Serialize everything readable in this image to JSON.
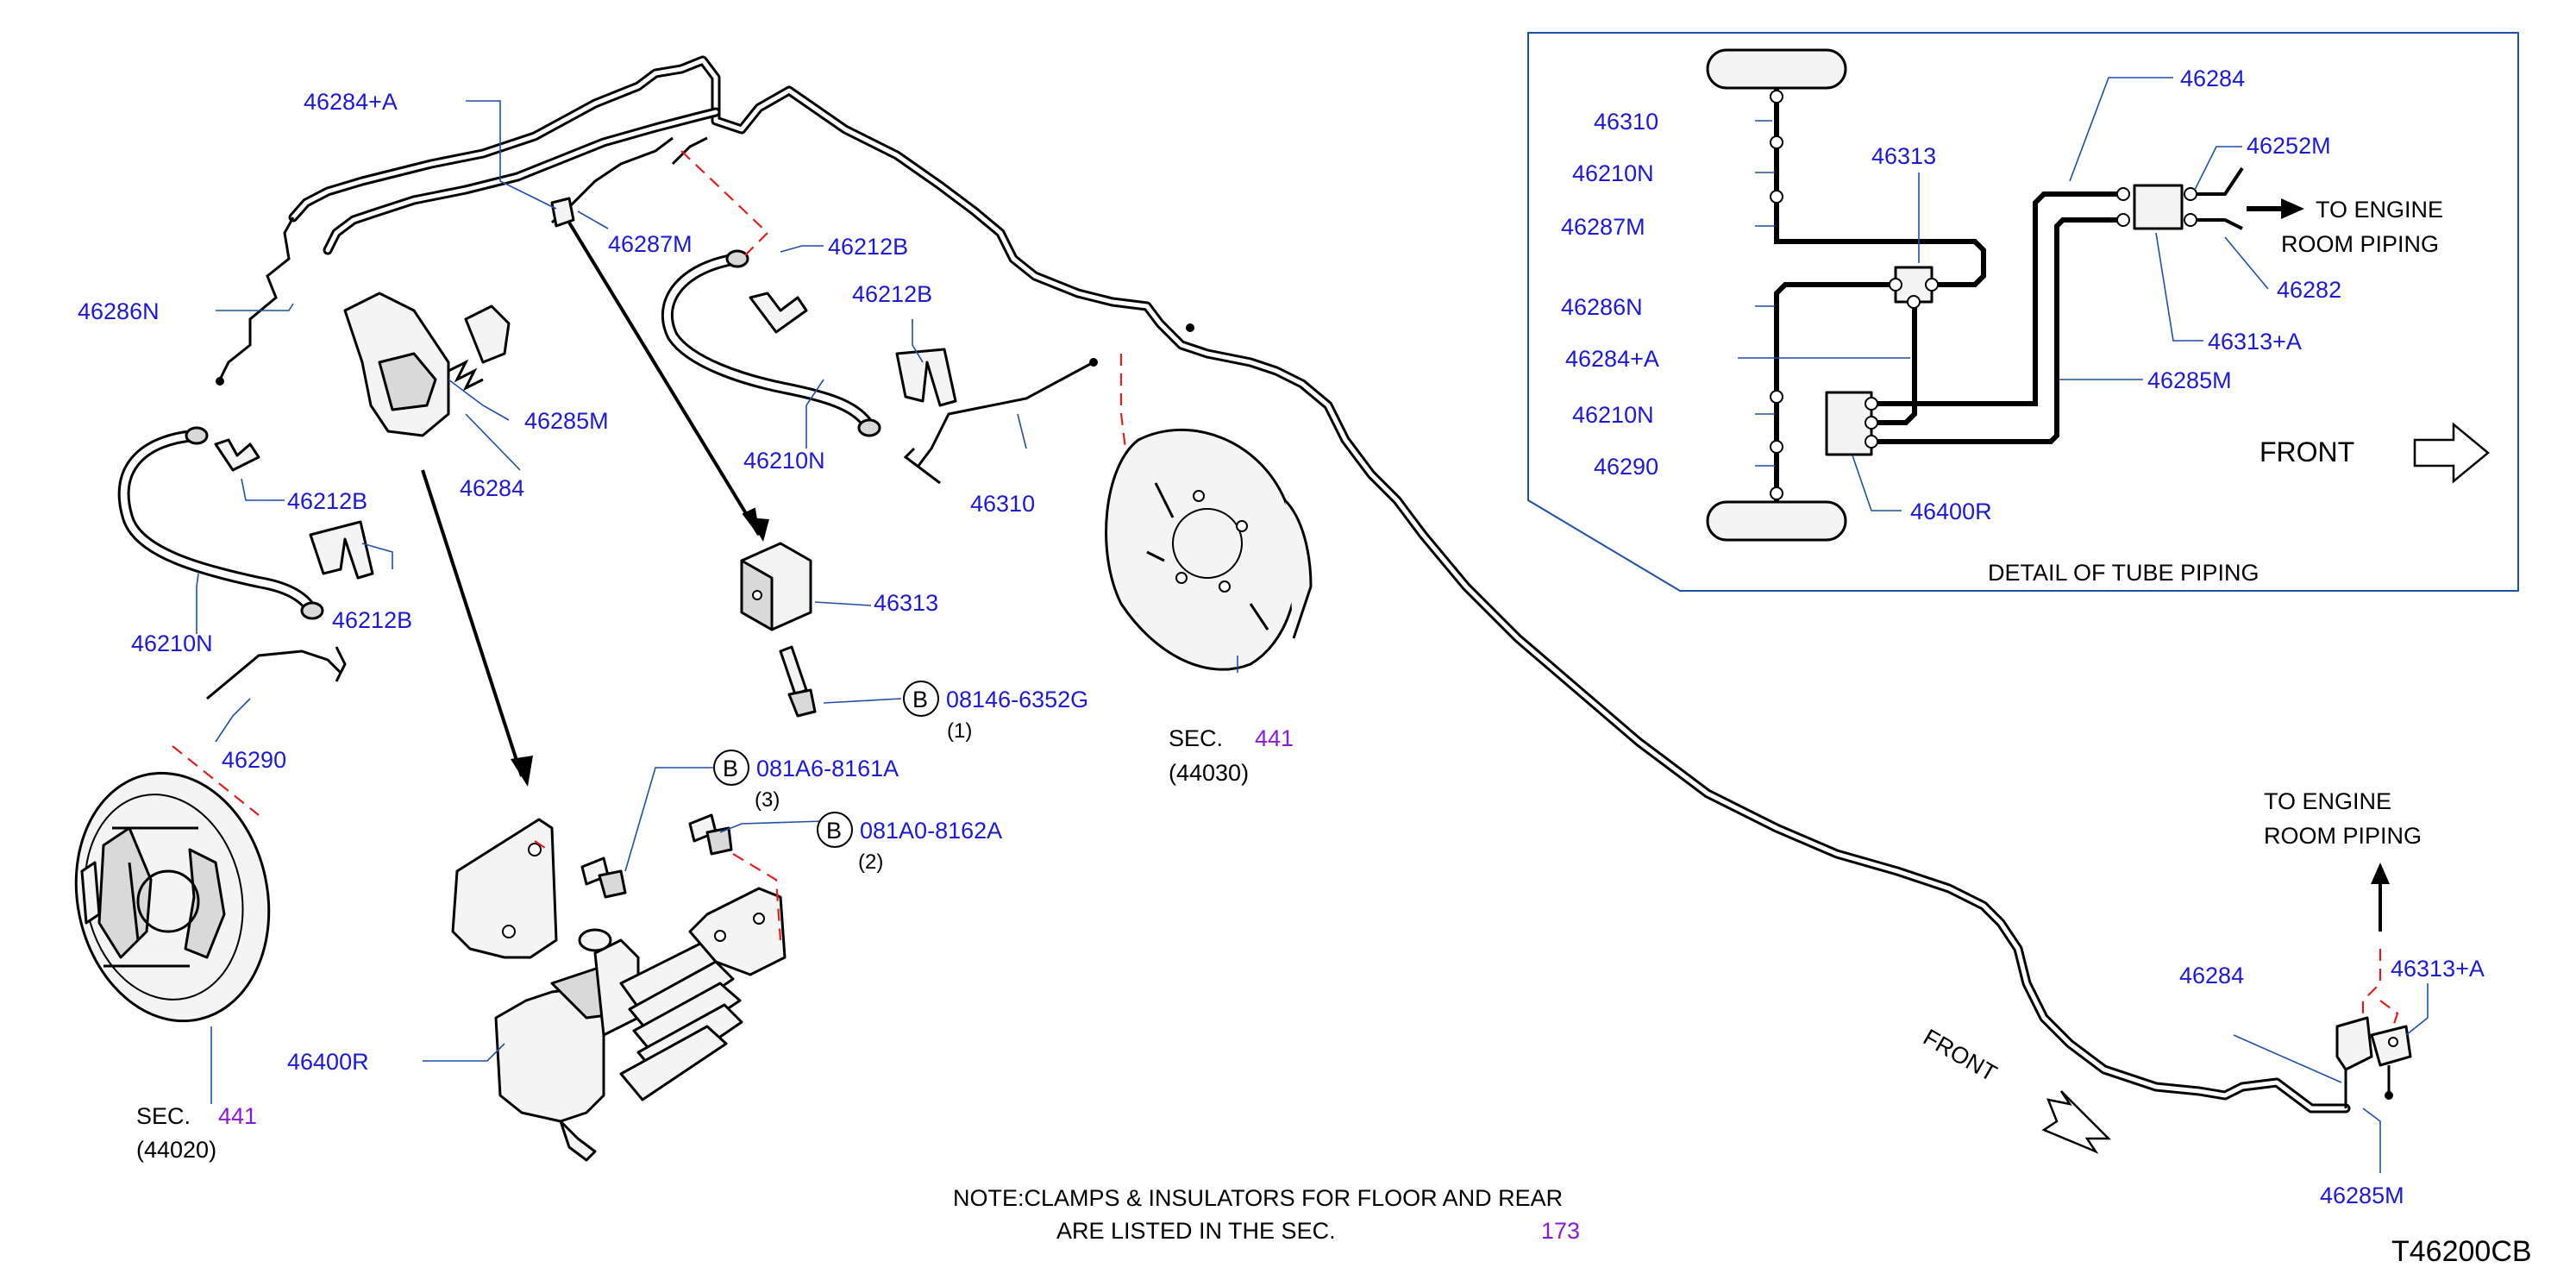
{
  "colors": {
    "part_number": "#1a1ad6",
    "section_ref": "#8a1ad6",
    "leader": "#1f4fa8",
    "dashed_guide": "#e0201f",
    "ink": "#000000"
  },
  "labels": {
    "p46284A_top": "46284+A",
    "p46287M_top": "46287M",
    "p46286N_left": "46286N",
    "p46212B_a": "46212B",
    "p46212B_b": "46212B",
    "p46212B_c": "46212B",
    "p46212B_d": "46212B",
    "p46285M_mid": "46285M",
    "p46284_mid": "46284",
    "p46210N_left": "46210N",
    "p46210N_mid": "46210N",
    "p46290_left": "46290",
    "p46310_mid": "46310",
    "p46313_mid": "46313",
    "p46400R_bottom": "46400R",
    "p46284_right": "46284",
    "p46313A_right": "46313+A",
    "p46285M_right": "46285M"
  },
  "bolts": {
    "b1": {
      "marker": "B",
      "part": "08146-6352G",
      "qty": "(1)"
    },
    "b2": {
      "marker": "B",
      "part": "081A6-8161A",
      "qty": "(3)"
    },
    "b3": {
      "marker": "B",
      "part": "081A0-8162A",
      "qty": "(2)"
    }
  },
  "sections": {
    "right_drum": {
      "prefix": "SEC.",
      "number": "441",
      "code": "(44030)"
    },
    "left_drum": {
      "prefix": "SEC.",
      "number": "441",
      "code": "(44020)"
    }
  },
  "detail": {
    "title": "DETAIL  OF  TUBE  PIPING",
    "front": "FRONT",
    "to_engine_1": "TO   ENGINE",
    "to_engine_2": "ROOM   PIPING",
    "left_labels": [
      "46310",
      "46210N",
      "46287M",
      "46286N",
      "46284+A",
      "46210N",
      "46290"
    ],
    "top_center": "46313",
    "right_labels": {
      "p46284": "46284",
      "p46252M": "46252M",
      "p46282": "46282",
      "p46313A": "46313+A",
      "p46285M": "46285M",
      "p46400R": "46400R"
    }
  },
  "right_engine": {
    "line1": "TO   ENGINE",
    "line2": "ROOM   PIPING"
  },
  "front_main": "FRONT",
  "note": {
    "line1": "NOTE:CLAMPS  &  INSULATORS  FOR  FLOOR  AND  REAR",
    "line2": "ARE   LISTED   IN   THE   SEC.",
    "sec": "173"
  },
  "drawing_code": "T46200CB"
}
